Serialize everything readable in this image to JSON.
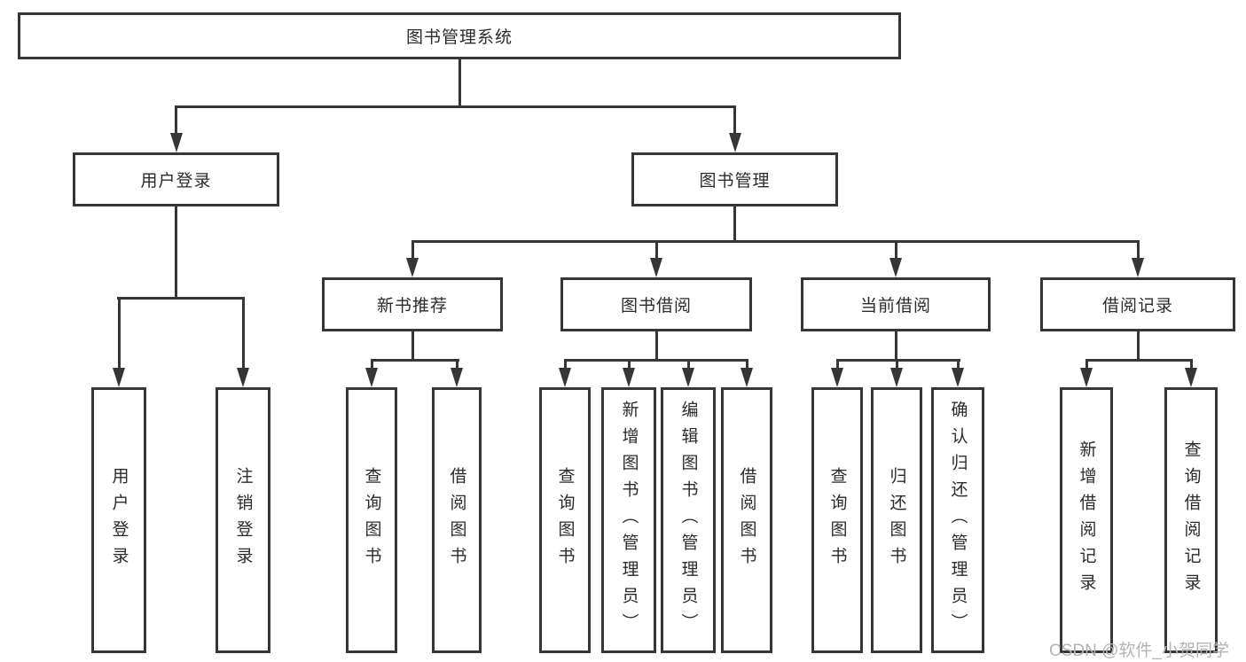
{
  "diagram": {
    "title": "图书管理系统",
    "watermark": "CSDN @软件_小贺同学",
    "colors": {
      "line": "#363636",
      "text": "#2b2b2b",
      "watermark": "#b3b3b3",
      "background": "#ffffff"
    },
    "nodes": {
      "root": "图书管理系统",
      "user_login": "用户登录",
      "book_mgmt": "图书管理",
      "new_book_rec": "新书推荐",
      "book_borrow": "图书借阅",
      "current_borrow": "当前借阅",
      "borrow_record": "借阅记录",
      "leaf_user_login": "用户登录",
      "leaf_logout": "注销登录",
      "leaf_nbr_query": "查询图书",
      "leaf_nbr_borrow": "借阅图书",
      "leaf_bb_query": "查询图书",
      "leaf_bb_add": "新增图书（管理员）",
      "leaf_bb_edit": "编辑图书（管理员）",
      "leaf_bb_borrow": "借阅图书",
      "leaf_cb_query": "查询图书",
      "leaf_cb_return": "归还图书",
      "leaf_cb_confirm": "确认归还（管理员）",
      "leaf_br_add": "新增借阅记录",
      "leaf_br_query": "查询借阅记录"
    },
    "hierarchy": [
      {
        "parent": "图书管理系统",
        "children": [
          "用户登录",
          "图书管理"
        ]
      },
      {
        "parent": "用户登录",
        "children": [
          "用户登录",
          "注销登录"
        ]
      },
      {
        "parent": "图书管理",
        "children": [
          "新书推荐",
          "图书借阅",
          "当前借阅",
          "借阅记录"
        ]
      },
      {
        "parent": "新书推荐",
        "children": [
          "查询图书",
          "借阅图书"
        ]
      },
      {
        "parent": "图书借阅",
        "children": [
          "查询图书",
          "新增图书（管理员）",
          "编辑图书（管理员）",
          "借阅图书"
        ]
      },
      {
        "parent": "当前借阅",
        "children": [
          "查询图书",
          "归还图书",
          "确认归还（管理员）"
        ]
      },
      {
        "parent": "借阅记录",
        "children": [
          "新增借阅记录",
          "查询借阅记录"
        ]
      }
    ]
  }
}
